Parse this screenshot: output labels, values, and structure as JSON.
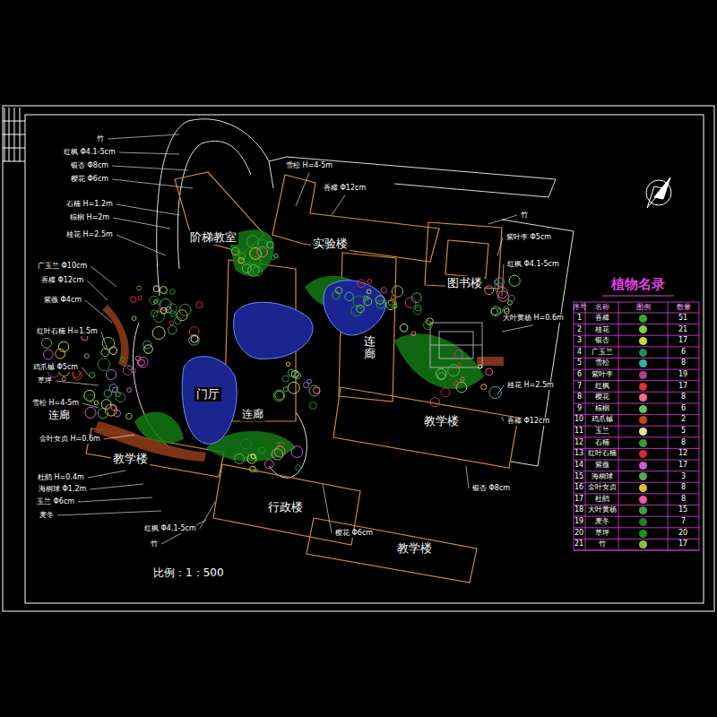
{
  "diagram": {
    "title": "植物名录",
    "nodes": [
      {
        "text": [
          "阶梯教室"
        ]
      },
      {
        "text": [
          "实验楼"
        ]
      },
      {
        "text": [
          "图书楼"
        ]
      },
      {
        "text": [
          "连廊"
        ]
      },
      {
        "text": [
          "门厅"
        ]
      },
      {
        "text": [
          "连廊"
        ]
      },
      {
        "text": [
          "连廊"
        ]
      },
      {
        "text": [
          "教学楼"
        ]
      },
      {
        "text": [
          "教学楼"
        ]
      },
      {
        "text": [
          "行政楼"
        ]
      },
      {
        "text": [
          "教学楼"
        ]
      }
    ],
    "labels": [
      "比例：1：500",
      "序号",
      "名称",
      "图例",
      "数量",
      "1",
      "2",
      "3",
      "4",
      "5",
      "6",
      "7",
      "8",
      "9",
      "10",
      "11",
      "12",
      "13",
      "14",
      "15",
      "16",
      "17",
      "18",
      "19",
      "20",
      "21",
      "51",
      "21",
      "17",
      "6",
      "8",
      "19",
      "17",
      "8",
      "6",
      "2",
      "5",
      "8",
      "12",
      "17",
      "3",
      "8",
      "8",
      "15",
      "7",
      "20",
      "17",
      "竹",
      "红枫 Φ4.1-5cm",
      "银杏 Φ8cm",
      "樱花 Φ6cm",
      "石楠 H=1.2m",
      "棕榈 H=2m",
      "桂花 H=2.5m",
      "广玉兰 Φ10cm",
      "香樟 Φ12cm",
      "紫薇 Φ4cm",
      "红叶石楠 H=1.5m",
      "鸡爪槭 Φ5cm",
      "草坪",
      "雪松 H=4-5m",
      "金叶女贞 H=0.6m",
      "杜鹃 H=0.4m",
      "海桐球 Φ1.2m",
      "玉兰 Φ6cm",
      "麦冬",
      "竹",
      "紫叶李 Φ5cm",
      "红枫 Φ4.1-5cm",
      "大叶黄杨 H=0.6m",
      "桂花 H=2.5m",
      "香樟 Φ12cm",
      "银杏 Φ8cm",
      "雪松 H=4-5m",
      "香樟 Φ12cm",
      "红枫 Φ4.1-5cm",
      "竹",
      "樱花 Φ6cm"
    ],
    "legend": [
      {
        "text": "香樟",
        "color": "#2fa82f"
      },
      {
        "text": "桂花",
        "color": "#7fd04a"
      },
      {
        "text": "银杏",
        "color": "#c8d83a"
      },
      {
        "text": "广玉兰",
        "color": "#1f8a5a"
      },
      {
        "text": "雪松",
        "color": "#3ab0a0"
      },
      {
        "text": "紫叶李",
        "color": "#b04090"
      },
      {
        "text": "红枫",
        "color": "#e03030"
      },
      {
        "text": "樱花",
        "color": "#f07090"
      },
      {
        "text": "棕榈",
        "color": "#60c060"
      },
      {
        "text": "鸡爪槭",
        "color": "#d04020"
      },
      {
        "text": "玉兰",
        "color": "#e0e0a0"
      },
      {
        "text": "石楠",
        "color": "#3a9a3a"
      },
      {
        "text": "红叶石楠",
        "color": "#d02a2a"
      },
      {
        "text": "紫薇",
        "color": "#c060d0"
      },
      {
        "text": "海桐球",
        "color": "#50b050"
      },
      {
        "text": "金叶女贞",
        "color": "#e0c020"
      },
      {
        "text": "杜鹃",
        "color": "#f05aa0"
      },
      {
        "text": "大叶黄杨",
        "color": "#40a040"
      },
      {
        "text": "麦冬",
        "color": "#2a7a2a"
      },
      {
        "text": "草坪",
        "color": "#1a9a1a"
      },
      {
        "text": "竹",
        "color": "#8ac040"
      }
    ]
  }
}
